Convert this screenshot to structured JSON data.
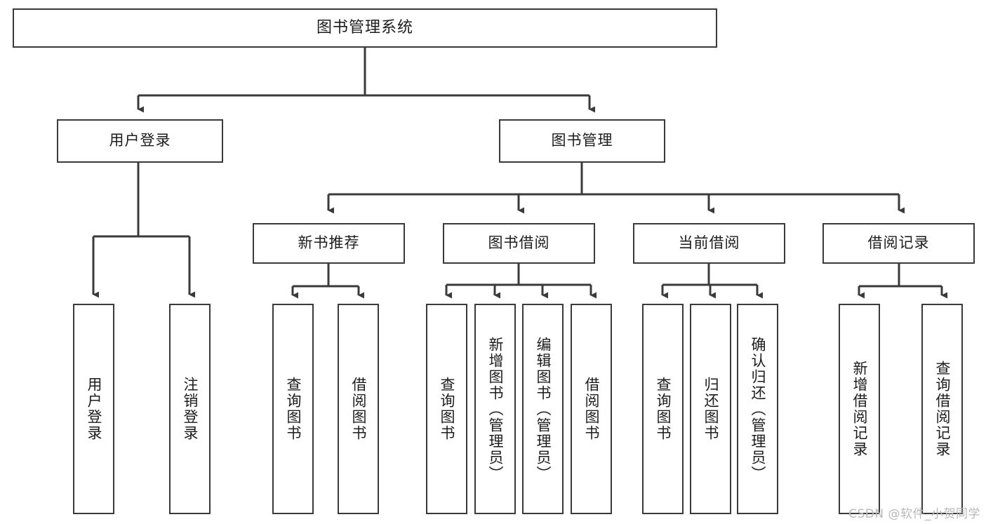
{
  "diagram": {
    "title": "图书管理系统",
    "type": "tree",
    "watermark": "CSDN @软件_小贺同学",
    "colors": {
      "stroke": "#3a3a3a",
      "box_fill": "#ffffff",
      "text": "#1c1c1c",
      "background": "#ffffff",
      "watermark": "#b9b9b9"
    },
    "nodes": {
      "root": {
        "label": "图书管理系统"
      },
      "level2": [
        {
          "id": "user-login",
          "label": "用户登录"
        },
        {
          "id": "book-manage",
          "label": "图书管理"
        }
      ],
      "level3": [
        {
          "id": "new-book-recommend",
          "label": "新书推荐"
        },
        {
          "id": "book-borrow",
          "label": "图书借阅"
        },
        {
          "id": "current-borrow",
          "label": "当前借阅"
        },
        {
          "id": "borrow-record",
          "label": "借阅记录"
        }
      ],
      "leaves": {
        "user-login": [
          {
            "id": "leaf-user-login",
            "label": "用户登录"
          },
          {
            "id": "leaf-user-logout",
            "label": "注销登录"
          }
        ],
        "new-book-recommend": [
          {
            "id": "leaf-query-book-1",
            "label": "查询图书"
          },
          {
            "id": "leaf-borrow-book-1",
            "label": "借阅图书"
          }
        ],
        "book-borrow": [
          {
            "id": "leaf-query-book-2",
            "label": "查询图书"
          },
          {
            "id": "leaf-add-book",
            "label": "新增图书（管理员）"
          },
          {
            "id": "leaf-edit-book",
            "label": "编辑图书（管理员）"
          },
          {
            "id": "leaf-borrow-book-2",
            "label": "借阅图书"
          }
        ],
        "current-borrow": [
          {
            "id": "leaf-query-book-3",
            "label": "查询图书"
          },
          {
            "id": "leaf-return-book",
            "label": "归还图书"
          },
          {
            "id": "leaf-confirm-return",
            "label": "确认归还（管理员）"
          }
        ],
        "borrow-record": [
          {
            "id": "leaf-add-record",
            "label": "新增借阅记录"
          },
          {
            "id": "leaf-query-record",
            "label": "查询借阅记录"
          }
        ]
      }
    }
  }
}
